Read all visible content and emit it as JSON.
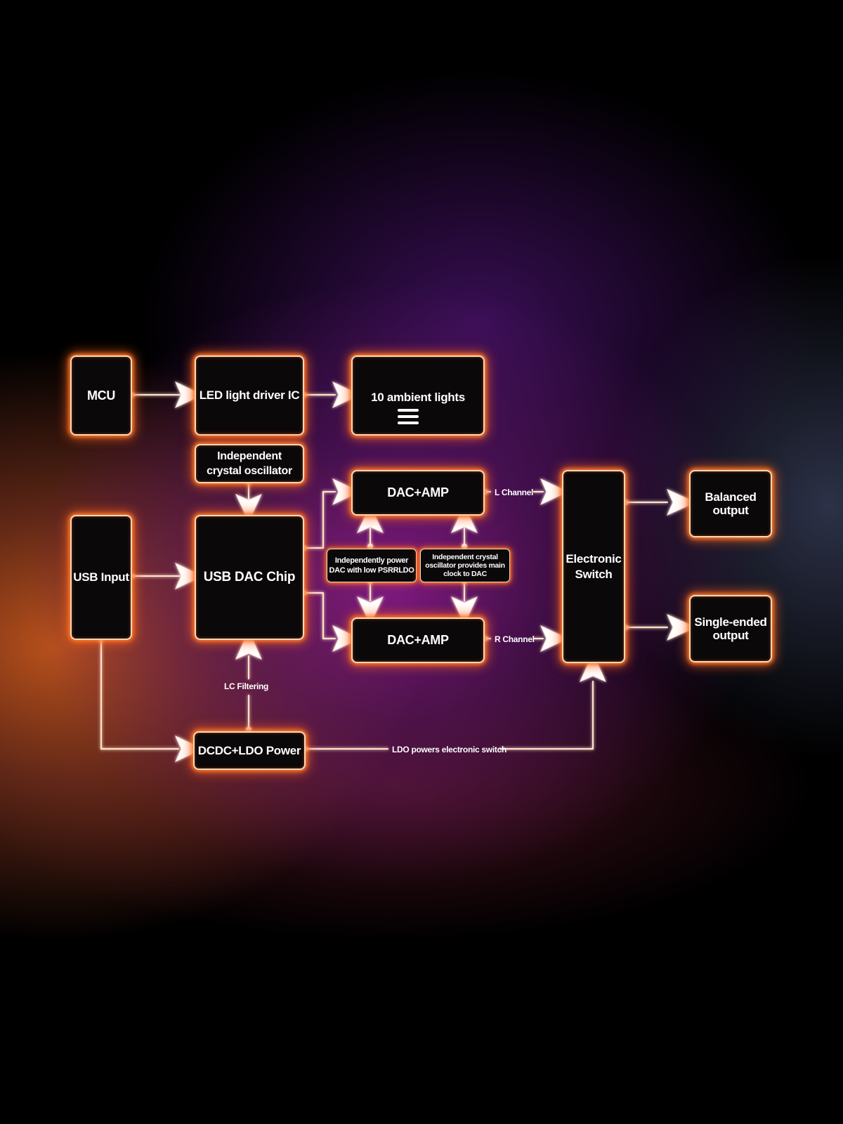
{
  "diagram": {
    "nodes": {
      "mcu": "MCU",
      "led_driver": "LED light driver IC",
      "ambient_lights": "10 ambient lights",
      "crystal_osc": "Independent\ncrystal oscillator",
      "usb_input": "USB Input",
      "usb_dac_chip": "USB DAC Chip",
      "dac_amp_l": "DAC+AMP",
      "dac_amp_r": "DAC+AMP",
      "power_note": "Independently power\nDAC with low PSRRLDO",
      "crystal_note": "Independent crystal\noscillator provides main\nclock to DAC",
      "electronic_switch": "Electronic\nSwitch",
      "balanced_output": "Balanced\noutput",
      "single_ended_output": "Single-ended\noutput",
      "dcdc_ldo_power": "DCDC+LDO Power"
    },
    "edge_labels": {
      "l_channel": "L Channel",
      "r_channel": "R Channel",
      "lc_filtering": "LC Filtering",
      "ldo_switch": "LDO powers electronic switch"
    },
    "icons": {
      "ambient_lights_icon": "menu-icon"
    },
    "colors": {
      "box_border": "#ffd7b8",
      "glow": "#ff7a28",
      "box_fill": "#0b0809",
      "text": "#ffffff"
    }
  }
}
